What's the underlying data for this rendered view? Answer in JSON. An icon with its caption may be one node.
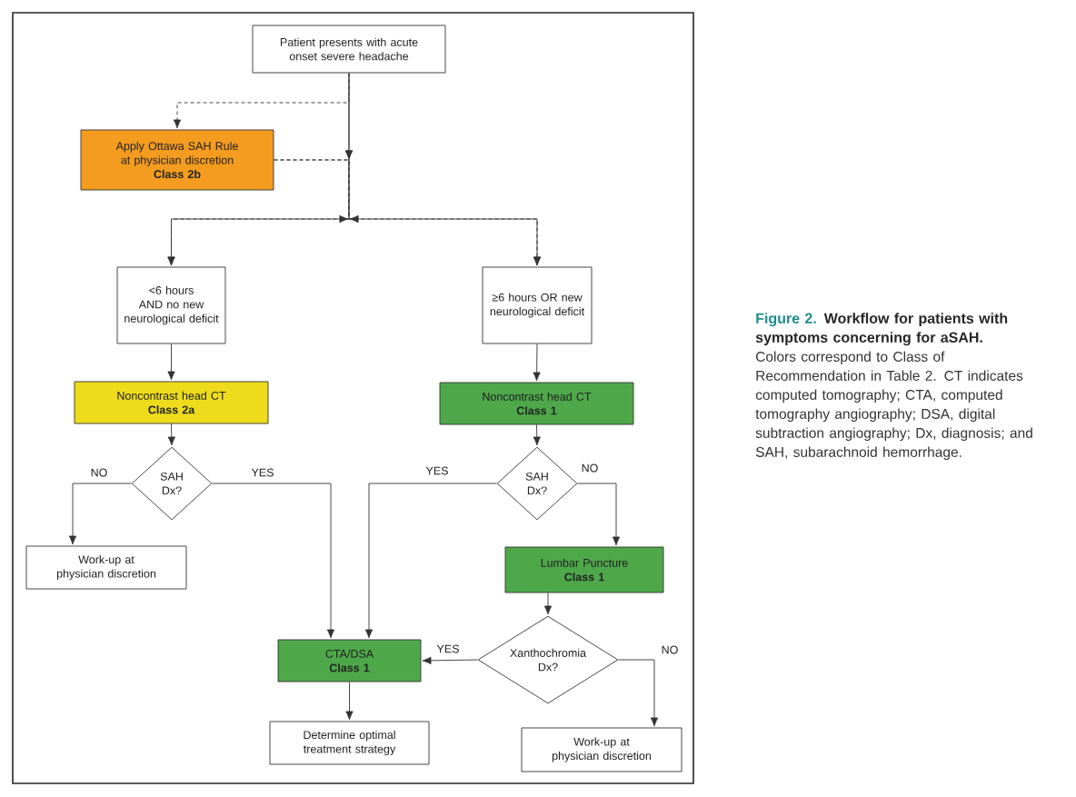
{
  "diagram": {
    "title": "Workflow for patients with symptoms concerning for aSAH.",
    "caption": "Colors correspond to Class of Recommendation in Table 2. CT indicates computed tomography; CTA, computed tomography angiography; DSA, digital subtraction angiography; Dx, diagnosis; and SAH, subarachnoid hemorrhage.",
    "nodes": [
      {
        "text": [
          "Patient presents with acute onset severe headache"
        ]
      },
      {
        "text": [
          "Apply Ottawa SAH Rule at physician discretion",
          "Class 2b"
        ]
      },
      {
        "text": [
          "<6 hours AND no new neurological deficit"
        ]
      },
      {
        "text": [
          "≥6 hours OR new neurological deficit"
        ]
      },
      {
        "text": [
          "Noncontrast head CT",
          "Class 2a"
        ]
      },
      {
        "text": [
          "Noncontrast head CT",
          "Class 1"
        ]
      },
      {
        "text": [
          "SAH Dx?"
        ]
      },
      {
        "text": [
          "SAH Dx?"
        ]
      },
      {
        "text": [
          "Work-up at physician discretion"
        ]
      },
      {
        "text": [
          "Lumbar Puncture",
          "Class 1"
        ]
      },
      {
        "text": [
          "CTA/DSA",
          "Class 1"
        ]
      },
      {
        "text": [
          "Xanthochromia Dx?"
        ]
      },
      {
        "text": [
          "Determine optimal treatment strategy"
        ]
      },
      {
        "text": [
          "Work-up at physician discretion"
        ]
      }
    ],
    "edges": [
      {
        "from": 0,
        "to": 1,
        "arrow": "to",
        "style": "dashed"
      },
      {
        "from": 0,
        "to": 2,
        "arrow": "to"
      },
      {
        "from": 0,
        "to": 3,
        "arrow": "to"
      },
      {
        "from": 1,
        "to": 2,
        "arrow": "to",
        "style": "dashed"
      },
      {
        "from": 1,
        "to": 3,
        "arrow": "to",
        "style": "dashed"
      },
      {
        "from": 2,
        "to": 4,
        "arrow": "to"
      },
      {
        "from": 3,
        "to": 5,
        "arrow": "to"
      },
      {
        "from": 4,
        "to": 6,
        "arrow": "to"
      },
      {
        "from": 5,
        "to": 7,
        "arrow": "to"
      },
      {
        "from": 6,
        "to": 8,
        "arrow": "to",
        "label": "NO"
      },
      {
        "from": 6,
        "to": 10,
        "arrow": "to",
        "label": "YES"
      },
      {
        "from": 7,
        "to": 10,
        "arrow": "to",
        "label": "YES"
      },
      {
        "from": 7,
        "to": 9,
        "arrow": "to",
        "label": "NO"
      },
      {
        "from": 9,
        "to": 11,
        "arrow": "to"
      },
      {
        "from": 11,
        "to": 10,
        "arrow": "to",
        "label": "YES"
      },
      {
        "from": 11,
        "to": 13,
        "arrow": "to",
        "label": "NO"
      },
      {
        "from": 10,
        "to": 12,
        "arrow": "to"
      }
    ],
    "labels": [
      "Figure 2."
    ]
  }
}
